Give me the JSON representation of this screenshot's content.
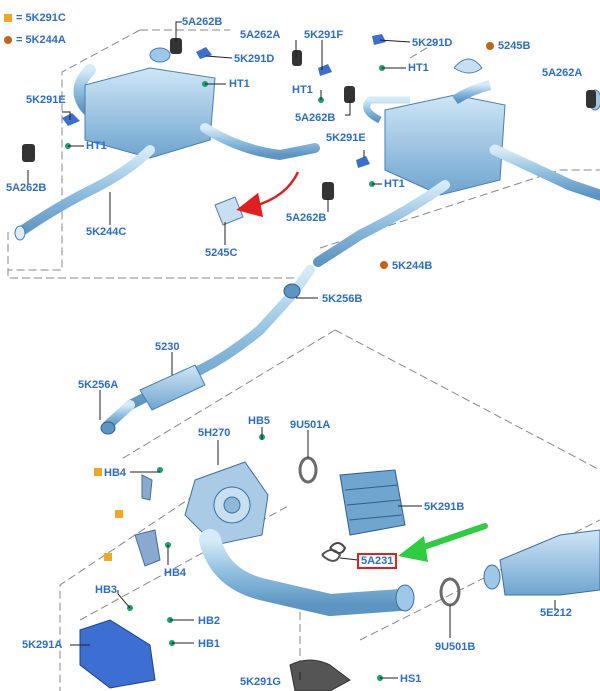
{
  "legend": [
    {
      "label": "= 5K291C",
      "symbol": "square",
      "color": "#f5a623"
    },
    {
      "label": "= 5K244A",
      "symbol": "circle",
      "color": "#c0661a"
    }
  ],
  "highlight_color": "#e02020",
  "pointer_color": "#2ecc40",
  "part_color": "#9fc8e8",
  "labels": {
    "a5a262b_top": "5A262B",
    "a5a262a_top": "5A262A",
    "a5k291f": "5K291F",
    "a5k291d_left": "5K291D",
    "a5k291d_right": "5K291D",
    "a5245b": "5245B",
    "a5a262a_right": "5A262A",
    "a5k291e_left": "5K291E",
    "aht1_a": "HT1",
    "aht1_b": "HT1",
    "aht1_c": "HT1",
    "aht1_d": "HT1",
    "aht1_e": "HT1",
    "a5a262b_mid": "5A262B",
    "a5k291e_right": "5K291E",
    "a5a262b_left": "5A262B",
    "a5k244c": "5K244C",
    "a5a262b_center": "5A262B",
    "a5245c": "5245C",
    "a5k244b": "5K244B",
    "a5k256b": "5K256B",
    "a5230": "5230",
    "a5k256a": "5K256A",
    "a5h270": "5H270",
    "ahb5": "HB5",
    "a9u501a": "9U501A",
    "ahb4_top": "HB4",
    "a5k291b": "5K291B",
    "a5a231": "5A231",
    "ahb4_bottom": "HB4",
    "ahb3": "HB3",
    "ahb2": "HB2",
    "ahb1": "HB1",
    "a5k291a": "5K291A",
    "a9u501b": "9U501B",
    "a5e212": "5E212",
    "a5k291g": "5K291G",
    "ahs1": "HS1"
  }
}
